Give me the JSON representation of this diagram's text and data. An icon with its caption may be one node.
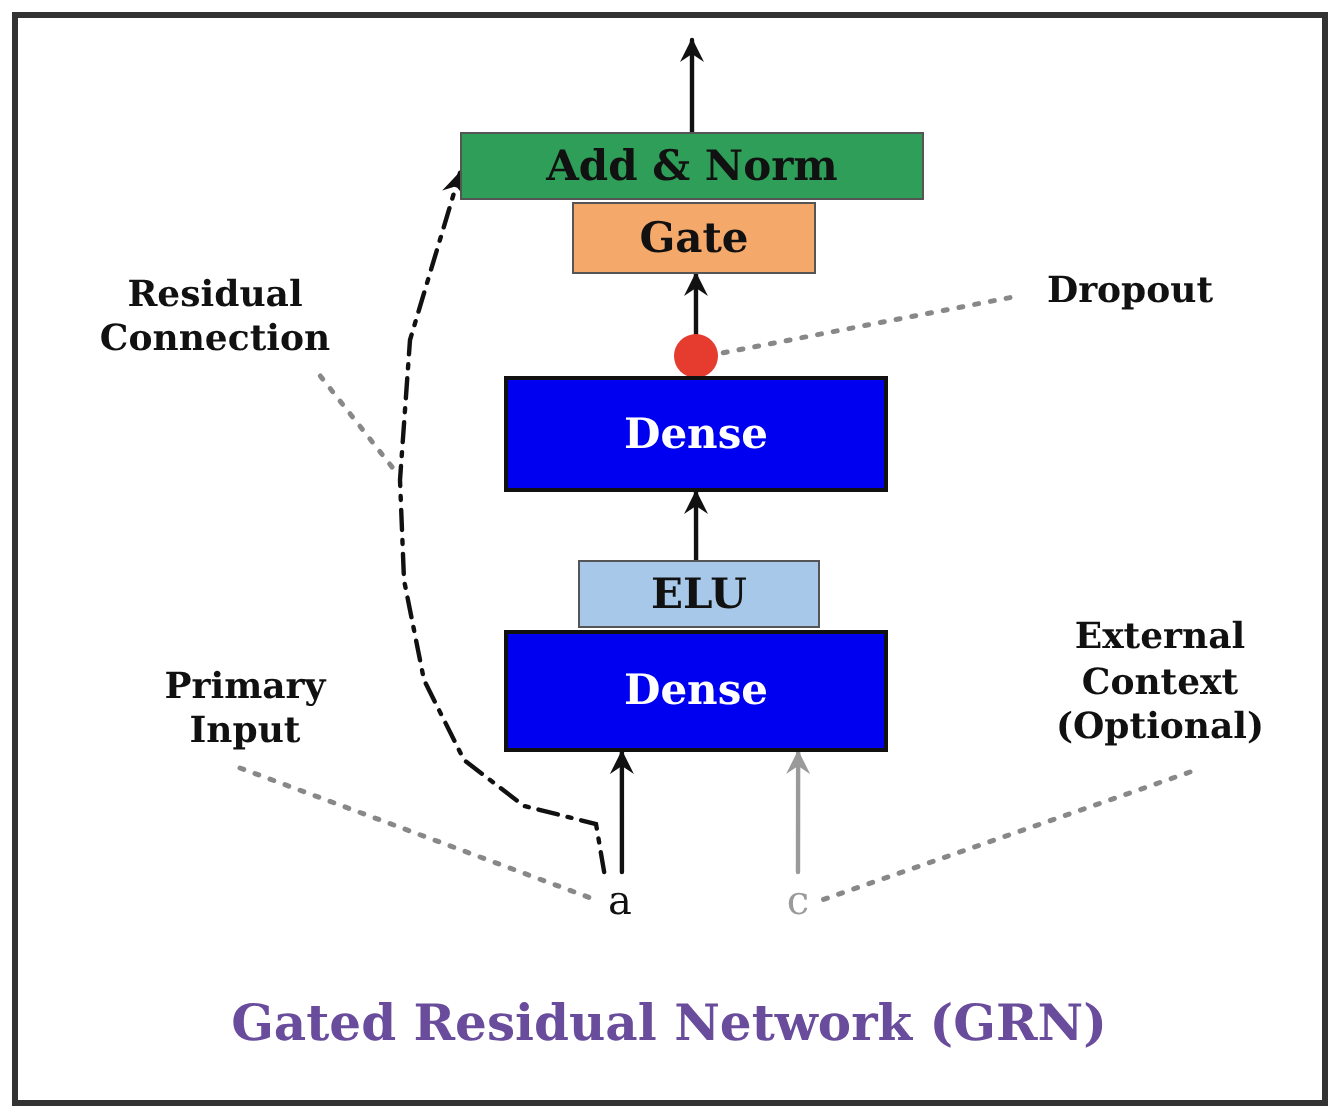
{
  "diagram": {
    "title": "Gated Residual Network (GRN)",
    "nodes": [
      {
        "text": [
          "Add & Norm"
        ]
      },
      {
        "text": [
          "Gate"
        ]
      },
      {
        "text": [],
        "shape": "circle"
      },
      {
        "text": [
          "Dense"
        ]
      },
      {
        "text": [
          "ELU"
        ]
      },
      {
        "text": [
          "Dense"
        ]
      },
      {
        "text": [
          "a"
        ]
      },
      {
        "text": [
          "c"
        ]
      },
      {
        "text": [
          "Residual Connection"
        ]
      },
      {
        "text": [
          "Dropout"
        ]
      },
      {
        "text": [
          "Primary Input"
        ]
      },
      {
        "text": [
          "External Context (Optional)"
        ]
      }
    ],
    "edges": [
      {
        "from": 0,
        "to": null,
        "arrow": "to"
      },
      {
        "from": 2,
        "to": 1,
        "arrow": "to"
      },
      {
        "from": 4,
        "to": 3,
        "arrow": "to"
      },
      {
        "from": 6,
        "to": 5,
        "arrow": "to"
      },
      {
        "from": 7,
        "to": 5,
        "arrow": "to",
        "color": "#9a9a9a"
      },
      {
        "from": 6,
        "to": 0,
        "arrow": "to",
        "style": "dashed"
      },
      {
        "from": 8,
        "to": null,
        "arrow": "none",
        "style": "dashed",
        "color": "#888888"
      },
      {
        "from": 9,
        "to": 2,
        "arrow": "none",
        "style": "dashed",
        "color": "#888888"
      },
      {
        "from": 10,
        "to": 6,
        "arrow": "none",
        "style": "dashed",
        "color": "#888888"
      },
      {
        "from": 11,
        "to": 7,
        "arrow": "none",
        "style": "dashed",
        "color": "#888888"
      }
    ]
  }
}
